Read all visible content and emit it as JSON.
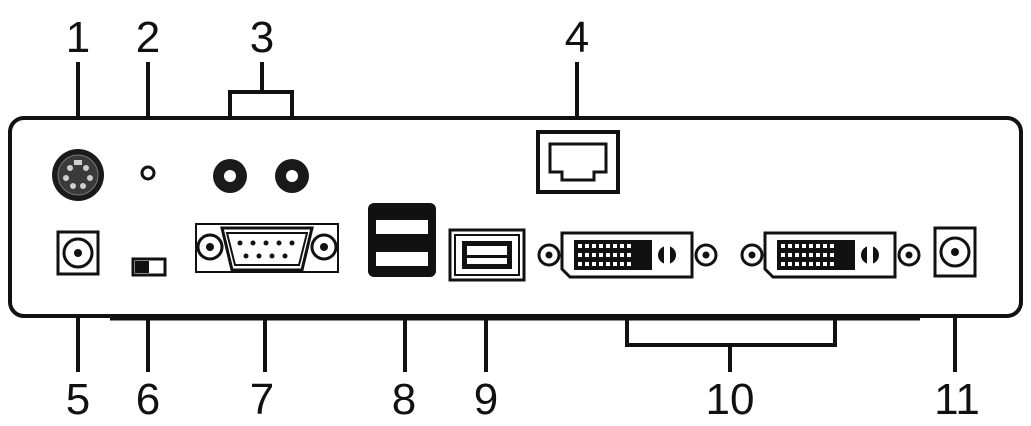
{
  "labels": {
    "l1": "1",
    "l2": "2",
    "l3": "3",
    "l4": "4",
    "l5": "5",
    "l6": "6",
    "l7": "7",
    "l8": "8",
    "l9": "9",
    "l10": "10",
    "l11": "11"
  },
  "colors": {
    "line": "#111111",
    "fill": "#ffffff",
    "dark": "#1a1a1a"
  }
}
